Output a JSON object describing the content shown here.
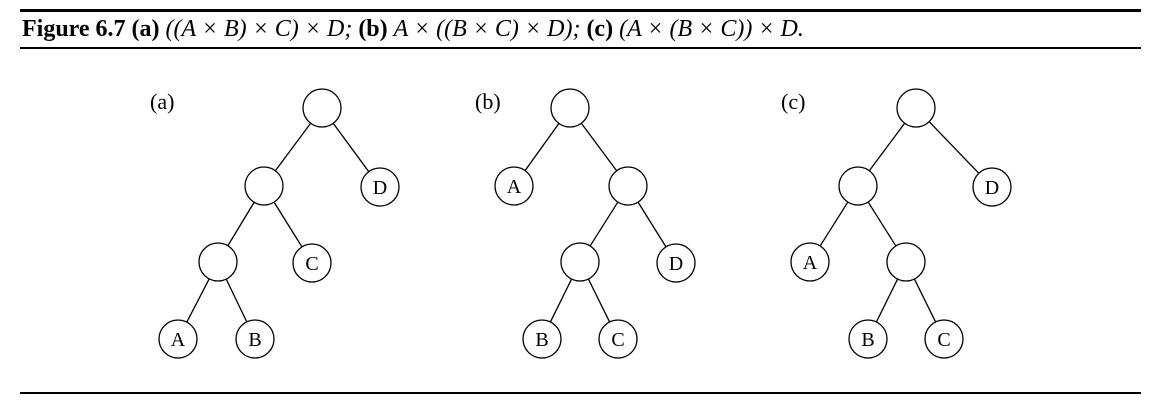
{
  "caption": {
    "figure_label": "Figure 6.7",
    "part_a_label": "(a)",
    "part_a_expr": "((A × B) × C) × D;",
    "part_b_label": "(b)",
    "part_b_expr": "A × ((B × C) × D);",
    "part_c_label": "(c)",
    "part_c_expr": "(A × (B × C)) × D."
  },
  "panels": [
    {
      "label": "(a)",
      "nodes": [
        {
          "id": "r",
          "text": ""
        },
        {
          "id": "n1",
          "text": ""
        },
        {
          "id": "d",
          "text": "D"
        },
        {
          "id": "n2",
          "text": ""
        },
        {
          "id": "c",
          "text": "C"
        },
        {
          "id": "a",
          "text": "A"
        },
        {
          "id": "b",
          "text": "B"
        }
      ],
      "edges": [
        [
          "r",
          "n1"
        ],
        [
          "r",
          "d"
        ],
        [
          "n1",
          "n2"
        ],
        [
          "n1",
          "c"
        ],
        [
          "n2",
          "a"
        ],
        [
          "n2",
          "b"
        ]
      ]
    },
    {
      "label": "(b)",
      "nodes": [
        {
          "id": "r",
          "text": ""
        },
        {
          "id": "a",
          "text": "A"
        },
        {
          "id": "n1",
          "text": ""
        },
        {
          "id": "n2",
          "text": ""
        },
        {
          "id": "d",
          "text": "D"
        },
        {
          "id": "b",
          "text": "B"
        },
        {
          "id": "c",
          "text": "C"
        }
      ],
      "edges": [
        [
          "r",
          "a"
        ],
        [
          "r",
          "n1"
        ],
        [
          "n1",
          "n2"
        ],
        [
          "n1",
          "d"
        ],
        [
          "n2",
          "b"
        ],
        [
          "n2",
          "c"
        ]
      ]
    },
    {
      "label": "(c)",
      "nodes": [
        {
          "id": "r",
          "text": ""
        },
        {
          "id": "n1",
          "text": ""
        },
        {
          "id": "d",
          "text": "D"
        },
        {
          "id": "a",
          "text": "A"
        },
        {
          "id": "n2",
          "text": ""
        },
        {
          "id": "b",
          "text": "B"
        },
        {
          "id": "c",
          "text": "C"
        }
      ],
      "edges": [
        [
          "r",
          "n1"
        ],
        [
          "r",
          "d"
        ],
        [
          "n1",
          "a"
        ],
        [
          "n1",
          "n2"
        ],
        [
          "n2",
          "b"
        ],
        [
          "n2",
          "c"
        ]
      ]
    }
  ]
}
